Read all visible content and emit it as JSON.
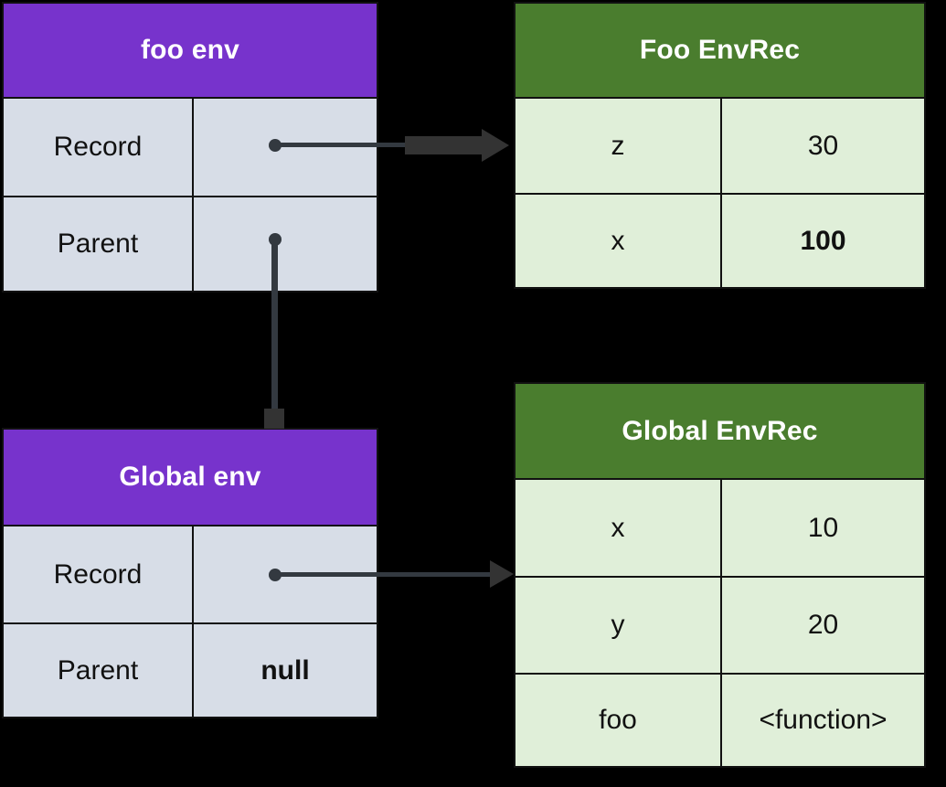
{
  "diagram": {
    "type": "scope-chain-environment-diagram",
    "background": "#000000",
    "colors": {
      "env_header": "#7733cc",
      "envrec_header": "#4a7d2e",
      "env_cell": "#d7dde7",
      "envrec_cell": "#e0efd9",
      "border": "#111111",
      "connector": "#333940",
      "header_text": "#ffffff",
      "cell_text": "#111111"
    },
    "boxes": {
      "foo_env": {
        "title": "foo env",
        "rows": [
          {
            "key": "Record",
            "value": "",
            "value_is_pointer": true,
            "bold": false
          },
          {
            "key": "Parent",
            "value": "",
            "value_is_pointer": true,
            "bold": false
          }
        ]
      },
      "foo_envrec": {
        "title": "Foo EnvRec",
        "rows": [
          {
            "key": "z",
            "value": "30",
            "bold": false
          },
          {
            "key": "x",
            "value": "100",
            "bold": true
          }
        ]
      },
      "global_env": {
        "title": "Global env",
        "rows": [
          {
            "key": "Record",
            "value": "",
            "value_is_pointer": true,
            "bold": false
          },
          {
            "key": "Parent",
            "value": "null",
            "value_is_pointer": false,
            "bold": true
          }
        ]
      },
      "global_envrec": {
        "title": "Global EnvRec",
        "rows": [
          {
            "key": "x",
            "value": "10",
            "bold": false
          },
          {
            "key": "y",
            "value": "20",
            "bold": false
          },
          {
            "key": "foo",
            "value": "<function>",
            "bold": false
          }
        ]
      }
    },
    "connectors": [
      {
        "name": "foo-record-to-foo-envrec",
        "from": "foo_env.Record",
        "to": "foo_envrec",
        "style": "bold-arrow"
      },
      {
        "name": "foo-parent-to-global-env",
        "from": "foo_env.Parent",
        "to": "global_env",
        "style": "square-end"
      },
      {
        "name": "global-record-to-global-envrec",
        "from": "global_env.Record",
        "to": "global_envrec",
        "style": "arrow"
      }
    ]
  }
}
